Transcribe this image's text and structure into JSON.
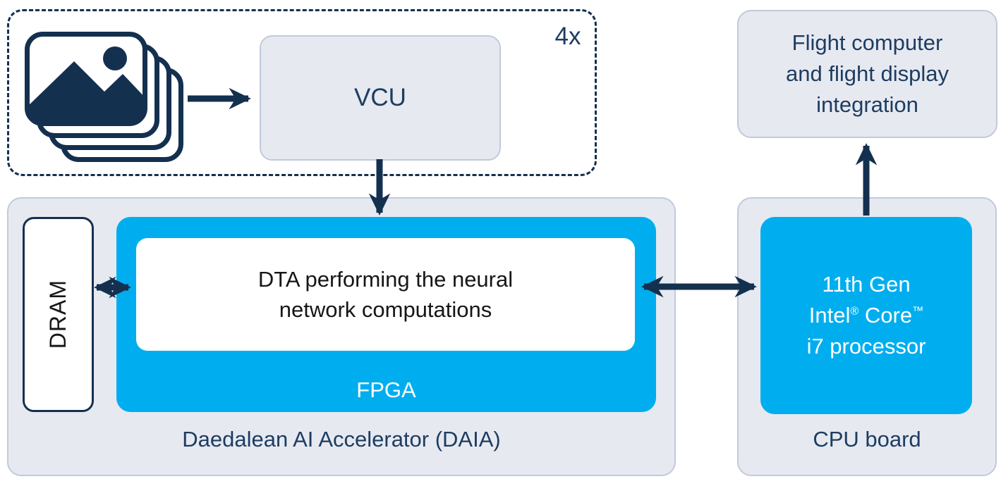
{
  "colors": {
    "navy": "#14304f",
    "text_navy": "#1d3d61",
    "text_black": "#161616",
    "cyan": "#00aeef",
    "box_fill": "#e7e9f1",
    "box_border": "#c1cadb"
  },
  "icons": {
    "camera_stack": "stacked-images-icon"
  },
  "camera_group": {
    "multiplier": "4x",
    "vcu_label": "VCU"
  },
  "flight_box": {
    "lines": [
      "Flight computer",
      "and flight display",
      "integration"
    ]
  },
  "daia_board": {
    "title": "Daedalean AI Accelerator (DAIA)",
    "dram_label": "DRAM",
    "fpga_label": "FPGA",
    "dta_lines": [
      "DTA performing the neural",
      "network computations"
    ]
  },
  "cpu_board": {
    "title": "CPU board",
    "processor": {
      "line1": "11th Gen",
      "brand": "Intel",
      "reg_mark": "®",
      "brand2": " Core",
      "tm_mark": "™",
      "line3": "i7 processor"
    }
  }
}
